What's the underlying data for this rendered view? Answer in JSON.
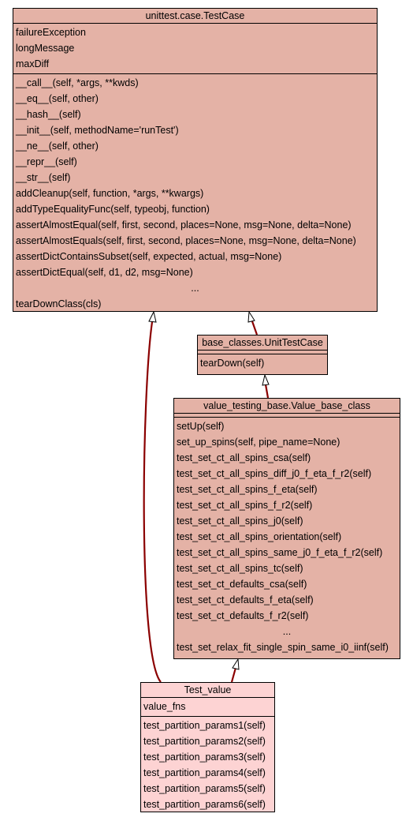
{
  "classes": {
    "testcase": {
      "title": "unittest.case.TestCase",
      "attributes": [
        "failureException",
        "longMessage",
        "maxDiff"
      ],
      "methods": [
        "__call__(self, *args, **kwds)",
        "__eq__(self, other)",
        "__hash__(self)",
        "__init__(self, methodName='runTest')",
        "__ne__(self, other)",
        "__repr__(self)",
        "__str__(self)",
        "addCleanup(self, function, *args, **kwargs)",
        "addTypeEqualityFunc(self, typeobj, function)",
        "assertAlmostEqual(self, first, second, places=None, msg=None, delta=None)",
        "assertAlmostEquals(self, first, second, places=None, msg=None, delta=None)",
        "assertDictContainsSubset(self, expected, actual, msg=None)",
        "assertDictEqual(self, d1, d2, msg=None)",
        "...",
        "tearDownClass(cls)"
      ]
    },
    "unittestcase": {
      "title": "base_classes.UnitTestCase",
      "attributes": [],
      "methods": [
        "tearDown(self)"
      ]
    },
    "valuebase": {
      "title": "value_testing_base.Value_base_class",
      "attributes": [],
      "methods": [
        "setUp(self)",
        "set_up_spins(self, pipe_name=None)",
        "test_set_ct_all_spins_csa(self)",
        "test_set_ct_all_spins_diff_j0_f_eta_f_r2(self)",
        "test_set_ct_all_spins_f_eta(self)",
        "test_set_ct_all_spins_f_r2(self)",
        "test_set_ct_all_spins_j0(self)",
        "test_set_ct_all_spins_orientation(self)",
        "test_set_ct_all_spins_same_j0_f_eta_f_r2(self)",
        "test_set_ct_all_spins_tc(self)",
        "test_set_ct_defaults_csa(self)",
        "test_set_ct_defaults_f_eta(self)",
        "test_set_ct_defaults_f_r2(self)",
        "...",
        "test_set_relax_fit_single_spin_same_i0_iinf(self)"
      ]
    },
    "testvalue": {
      "title": "Test_value",
      "attributes": [
        "value_fns"
      ],
      "methods": [
        "test_partition_params1(self)",
        "test_partition_params2(self)",
        "test_partition_params3(self)",
        "test_partition_params4(self)",
        "test_partition_params5(self)",
        "test_partition_params6(self)"
      ]
    }
  },
  "colors": {
    "class_fill": "#e4b2a6",
    "leaf_fill": "#fdd3d3",
    "edge": "#8b0000"
  }
}
